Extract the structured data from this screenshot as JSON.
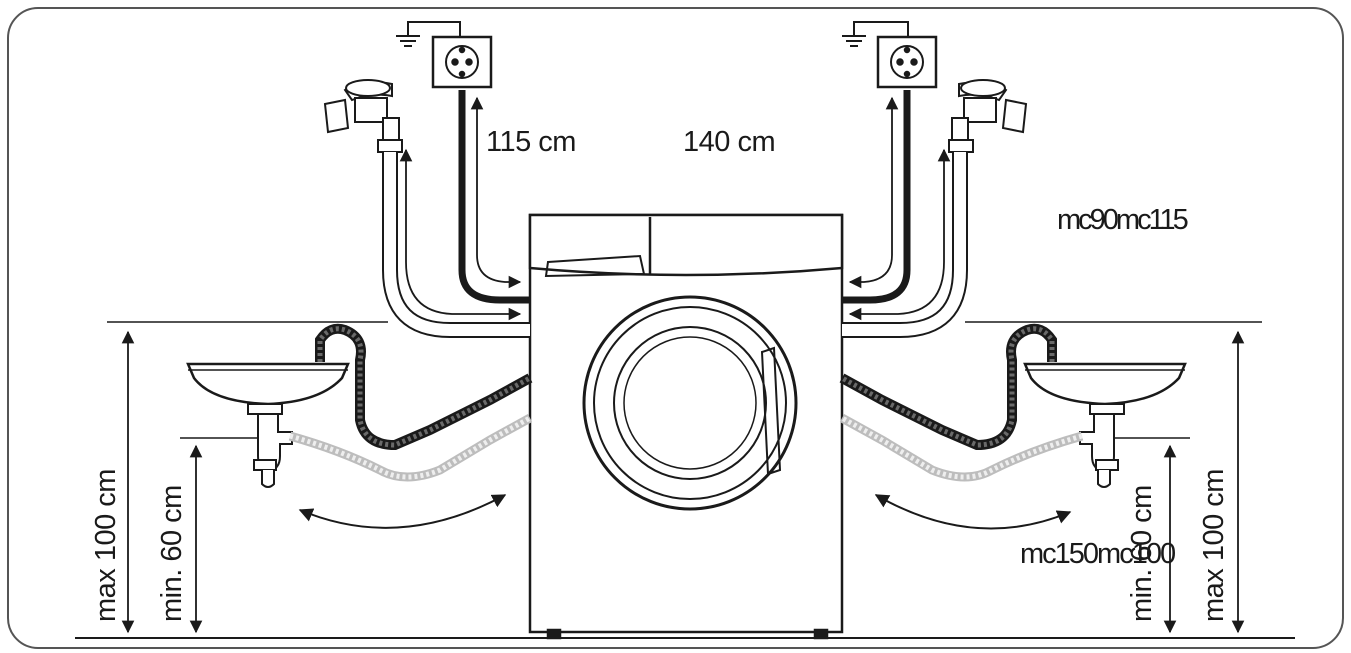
{
  "labels": {
    "cable_length": "115 cm",
    "hose_length": "140 cm",
    "hose_right_overlap": "mc90mc115",
    "drain_right_overlap": "mc150mc100",
    "max_height_left": "max 100 cm",
    "min_height_left": "min. 60 cm",
    "min_height_right": "min. 60 cm",
    "max_height_right": "max 100 cm"
  },
  "icons": [
    "ground-icon",
    "power-socket-icon",
    "water-tap-icon",
    "sink-icon",
    "siphon-icon",
    "washing-machine-icon",
    "door-icon",
    "drain-hose-icon",
    "inlet-hose-icon",
    "power-cable-icon",
    "swing-arrow-icon",
    "dimension-arrow-icon"
  ],
  "colors": {
    "line": "#1a1a1a",
    "frame": "#555555",
    "hose_light": "#d6d6d6",
    "background": "#ffffff"
  }
}
